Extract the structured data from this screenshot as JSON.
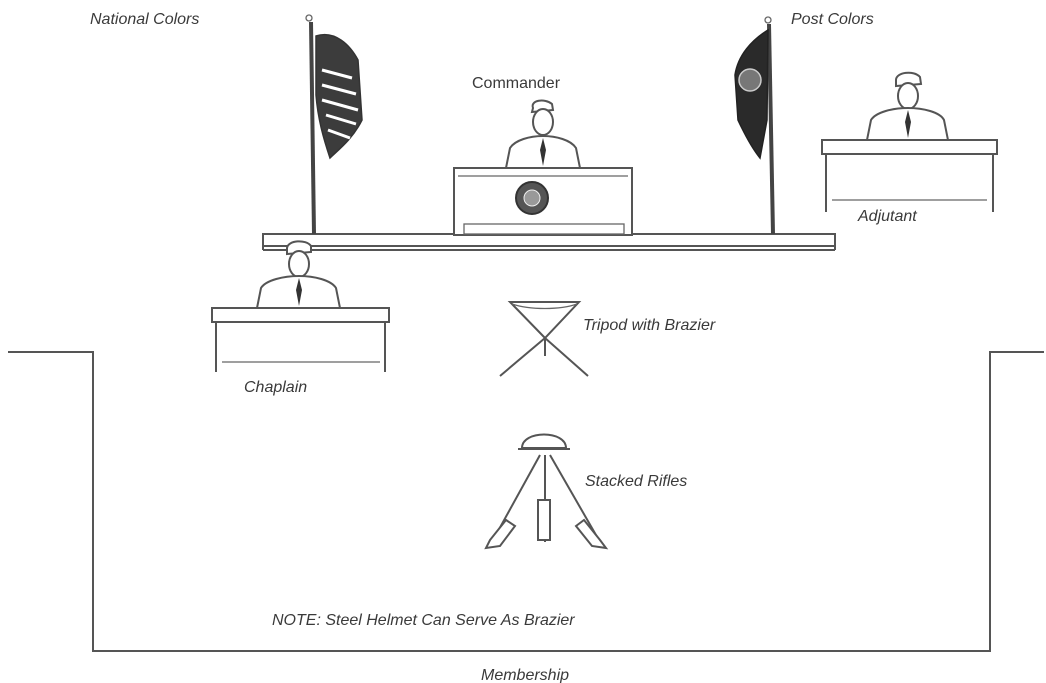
{
  "labels": {
    "national_colors": "National Colors",
    "post_colors": "Post Colors",
    "commander": "Commander",
    "adjutant": "Adjutant",
    "chaplain": "Chaplain",
    "tripod": "Tripod with Brazier",
    "rifles": "Stacked Rifles",
    "note": "NOTE: Steel Helmet Can Serve As Brazier",
    "membership": "Membership"
  },
  "colors": {
    "ink": "#555555",
    "flag_dark": "#2a2a2a",
    "background": "#ffffff"
  }
}
